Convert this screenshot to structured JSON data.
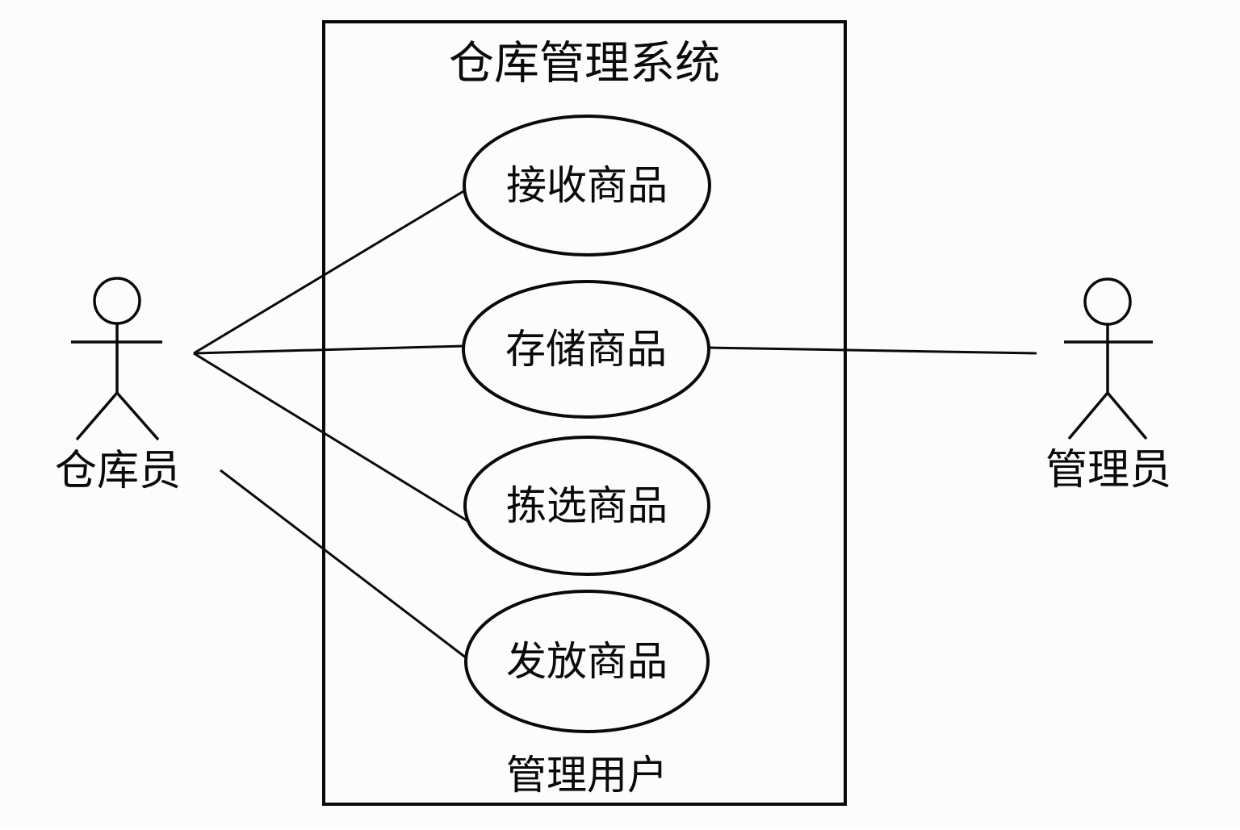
{
  "diagram": {
    "kind": "uml-use-case-diagram",
    "colors": {
      "stroke": "#0a0a0a",
      "background": "#fcfcfc"
    },
    "system": {
      "title": "仓库管理系统",
      "footer_label": "管理用户"
    },
    "use_cases": [
      {
        "id": "receive-goods",
        "label": "接收商品"
      },
      {
        "id": "store-goods",
        "label": "存储商品"
      },
      {
        "id": "pick-goods",
        "label": "拣选商品"
      },
      {
        "id": "issue-goods",
        "label": "发放商品"
      }
    ],
    "actors": [
      {
        "id": "warehouse-clerk",
        "label": "仓库员",
        "side": "left"
      },
      {
        "id": "administrator",
        "label": "管理员",
        "side": "right"
      }
    ],
    "associations": [
      {
        "from": "仓库员",
        "to": "接收商品"
      },
      {
        "from": "仓库员",
        "to": "存储商品"
      },
      {
        "from": "仓库员",
        "to": "拣选商品"
      },
      {
        "from": "仓库员",
        "to": "发放商品"
      },
      {
        "from": "管理员",
        "to": "存储商品"
      }
    ]
  }
}
